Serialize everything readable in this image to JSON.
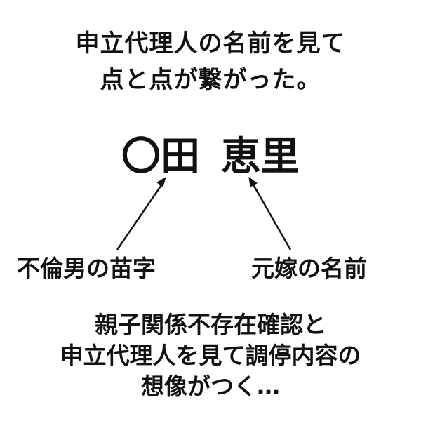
{
  "heading": {
    "line1": "申立代理人の名前を見て",
    "line2": "点と点が繋がった。"
  },
  "name": {
    "surname": "〇田",
    "given": "恵里"
  },
  "labels": {
    "left": "不倫男の苗字",
    "right": "元嫁の名前"
  },
  "footer": {
    "line1": "親子関係不存在確認と",
    "line2": "申立代理人を見て調停内容の",
    "line3": "想像がつく…"
  },
  "colors": {
    "text": "#111111",
    "background": "#ffffff"
  }
}
